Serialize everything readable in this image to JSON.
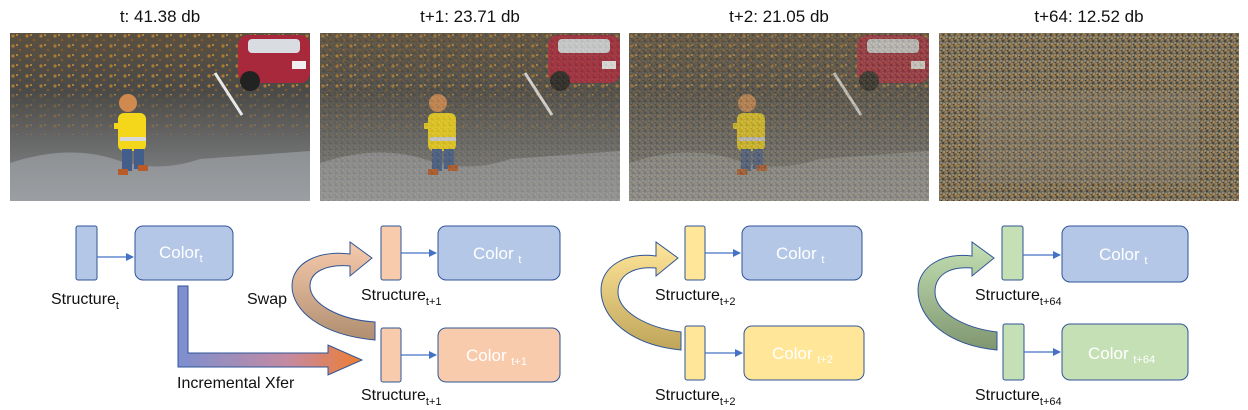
{
  "frames": [
    {
      "title": "t: 41.38 db",
      "noise": 0
    },
    {
      "title": "t+1: 23.71 db",
      "noise": 0.25
    },
    {
      "title": "t+2: 21.05 db",
      "noise": 0.4
    },
    {
      "title": "t+64: 12.52 db",
      "noise": 1
    }
  ],
  "diagram": {
    "colors": {
      "blue_fill": "#b4c7e7",
      "blue_stroke": "#2f5597",
      "orange_fill": "#f8cbad",
      "yellow_fill": "#ffe699",
      "green_fill": "#c5e0b4",
      "arrow": "#4472c4"
    },
    "groups": [
      {
        "structure_base": "Structure",
        "structure_sub": "t",
        "color_base": "Color",
        "color_sub": "t"
      },
      {
        "swap_label": "Swap",
        "top_structure_base": "Structure",
        "top_structure_sub": "t+1",
        "top_color_base": "Color ",
        "top_color_sub": "t",
        "bottom_structure_base": "Structure",
        "bottom_structure_sub": "t+1",
        "bottom_color_base": "Color ",
        "bottom_color_sub": "t+1"
      },
      {
        "top_structure_base": "Structure",
        "top_structure_sub": "t+2",
        "top_color_base": "Color ",
        "top_color_sub": "t",
        "bottom_structure_base": "Structure",
        "bottom_structure_sub": "t+2",
        "bottom_color_base": "Color ",
        "bottom_color_sub": "t+2"
      },
      {
        "top_structure_base": "Structure",
        "top_structure_sub": "t+64",
        "top_color_base": "Color ",
        "top_color_sub": "t",
        "bottom_structure_base": "Structure",
        "bottom_structure_sub": "t+64",
        "bottom_color_base": "Color ",
        "bottom_color_sub": "t+64"
      }
    ],
    "incremental_label": "Incremental Xfer"
  }
}
